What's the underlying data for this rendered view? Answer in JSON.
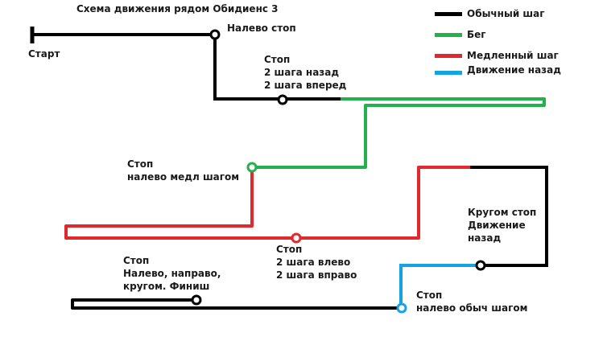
{
  "title": "Схема движения рядом Обидиенс 3",
  "colors": {
    "normal": "#000000",
    "run": "#22b14c",
    "slow": "#e1282d",
    "back": "#15a2e0"
  },
  "legend": [
    {
      "label": "Обычный шаг",
      "color": "#000000"
    },
    {
      "label": "Бег",
      "color": "#22b14c"
    },
    {
      "label": "Медленный шаг",
      "color": "#e1282d"
    },
    {
      "label": "Движение назад",
      "color": "#15a2e0"
    }
  ],
  "labels": {
    "start": "Старт",
    "stop_left": "Налево стоп",
    "stop1": [
      "Стоп",
      "2 шага назад",
      "2 шага вперед"
    ],
    "stop2": [
      "Стоп",
      "налево медл шагом"
    ],
    "stop3": [
      "Стоп",
      "2 шага влево",
      "2 шага вправо"
    ],
    "about_turn": [
      "Кругом стоп",
      "Движение",
      "назад"
    ],
    "stop4": [
      "Стоп",
      "налево обыч шагом"
    ],
    "finish": [
      "Стоп",
      "Налево, направо,",
      "кругом. Финиш"
    ]
  }
}
